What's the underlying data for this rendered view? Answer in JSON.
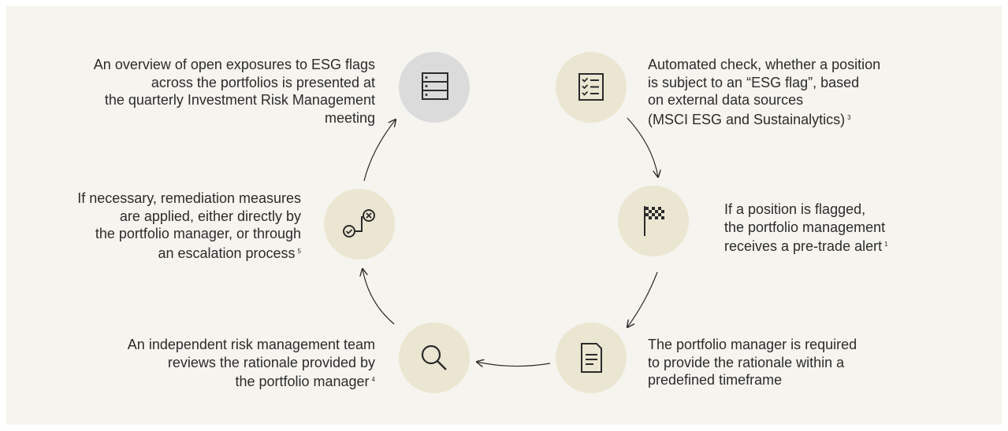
{
  "steps": [
    {
      "id": "overview",
      "icon": "list-icon",
      "text": [
        "An overview of open exposures to ESG flags",
        "across the portfolios is presented at",
        "the quarterly Investment Risk Management",
        "meeting"
      ],
      "footnote": ""
    },
    {
      "id": "automated-check",
      "icon": "checklist-icon",
      "text": [
        "Automated check, whether a position",
        "is subject to an “ESG flag”, based",
        "on external data sources",
        "(MSCI ESG and Sustainalytics)"
      ],
      "footnote": "3"
    },
    {
      "id": "flag-alert",
      "icon": "checkered-flag-icon",
      "text": [
        "If a position is flagged,",
        "the portfolio management",
        "receives a pre-trade alert"
      ],
      "footnote": "1"
    },
    {
      "id": "rationale",
      "icon": "document-icon",
      "text": [
        "The portfolio manager is required",
        "to provide the rationale within a",
        "predefined timeframe"
      ],
      "footnote": ""
    },
    {
      "id": "review",
      "icon": "magnifier-icon",
      "text": [
        "An independent risk management team",
        "reviews the rationale provided by",
        "the portfolio manager"
      ],
      "footnote": "4"
    },
    {
      "id": "remediation",
      "icon": "check-cross-process-icon",
      "text": [
        "If necessary, remediation measures",
        "are applied, either directly by",
        "the portfolio manager, or through",
        "an escalation process"
      ],
      "footnote": "5"
    }
  ],
  "colors": {
    "background": "#f6f4ee",
    "node": "#ebe6d2",
    "node_highlight": "#dbdbdc",
    "stroke": "#2b2b2b"
  }
}
